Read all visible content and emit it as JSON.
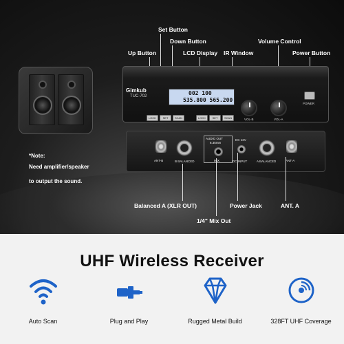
{
  "callouts": {
    "set_button": "Set Button",
    "down_button": "Down Button",
    "volume_control": "Volume Control",
    "up_button": "Up Button",
    "lcd_display": "LCD Display",
    "ir_window": "IR Window",
    "power_button": "Power Button",
    "balanced_a": "Balanced A (XLR OUT)",
    "power_jack": "Power Jack",
    "ant_a": "ANT. A",
    "mix_out": "1/4\" Mix Out"
  },
  "note": {
    "line1": "*Note:",
    "line2": "Need amplifier/speaker",
    "line3": "to output the sound."
  },
  "receiver": {
    "brand": "Gimkub",
    "model": "TUC-702",
    "lcd_line1": "002  100",
    "lcd_line2": "535.800  565.200",
    "front_buttons_left": [
      "LOCK",
      "SET",
      "SCAN"
    ],
    "front_buttons_right": [
      "LOCK",
      "SET",
      "SCAN"
    ],
    "vol_b": "VOL-B",
    "vol_a": "VOL-A",
    "power": "POWER"
  },
  "back_panel": {
    "ant_b": "ANT-B",
    "b_balanced": "B BALANCED",
    "audio_out": "AUDIO OUT",
    "audio_out_size": "6.35mm",
    "mix": "MIX",
    "dc": "DC 12V",
    "dc_input": "DC INPUT",
    "a_balanced": "A BALANCED",
    "ant_a": "ANT-A"
  },
  "headline": "UHF Wireless Receiver",
  "features": [
    {
      "icon": "wifi-icon",
      "label": "Auto Scan"
    },
    {
      "icon": "plug-icon",
      "label": "Plug and Play"
    },
    {
      "icon": "diamond-icon",
      "label": "Rugged Metal Build"
    },
    {
      "icon": "disc-icon",
      "label": "328FT UHF Coverage"
    }
  ],
  "colors": {
    "accent": "#1e63c8",
    "dark": "#111111",
    "light": "#f2f2f2"
  }
}
